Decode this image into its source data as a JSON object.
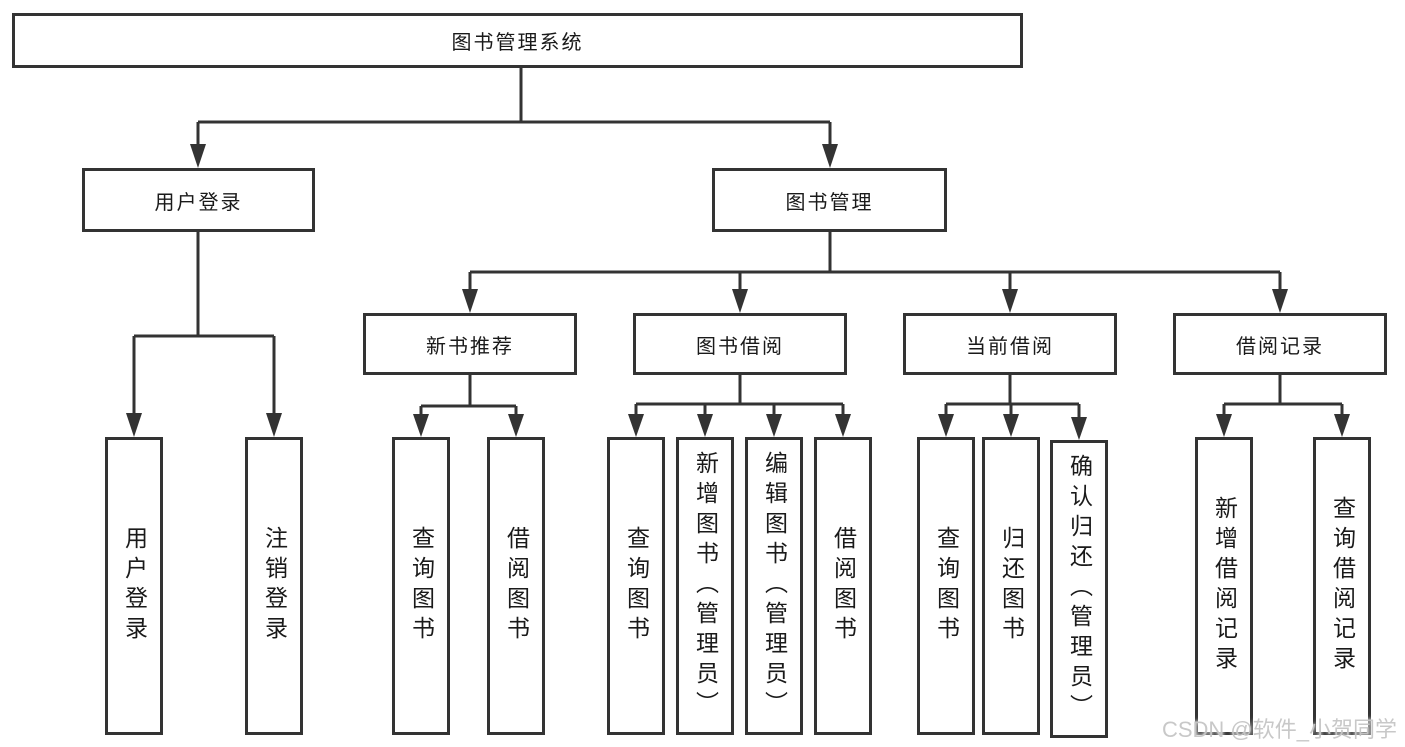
{
  "diagram": {
    "type": "hierarchy-tree",
    "title": "图书管理系统"
  },
  "colors": {
    "line": "#333333",
    "box_border": "#333333",
    "box_background": "#ffffff",
    "text": "#1a1a1a",
    "watermark": "#c5c5c5"
  },
  "nodes": {
    "root": {
      "label": "图书管理系统"
    },
    "user_login": {
      "label": "用户登录"
    },
    "book_mgmt": {
      "label": "图书管理"
    },
    "new_books": {
      "label": "新书推荐"
    },
    "borrowing": {
      "label": "图书借阅"
    },
    "current": {
      "label": "当前借阅"
    },
    "records": {
      "label": "借阅记录"
    },
    "leaves": {
      "login": {
        "label": "用户登录"
      },
      "logout": {
        "label": "注销登录"
      },
      "nb_query": {
        "label": "查询图书"
      },
      "nb_borrow": {
        "label": "借阅图书"
      },
      "bb_query": {
        "label": "查询图书"
      },
      "bb_add": {
        "label": "新增图书（管理员）"
      },
      "bb_edit": {
        "label": "编辑图书（管理员）"
      },
      "bb_borrow": {
        "label": "借阅图书"
      },
      "cb_query": {
        "label": "查询图书"
      },
      "cb_return": {
        "label": "归还图书"
      },
      "cb_confirm": {
        "label": "确认归还（管理员）"
      },
      "rec_add": {
        "label": "新增借阅记录"
      },
      "rec_query": {
        "label": "查询借阅记录"
      }
    }
  },
  "watermark": {
    "text": "CSDN @软件_小贺同学"
  }
}
